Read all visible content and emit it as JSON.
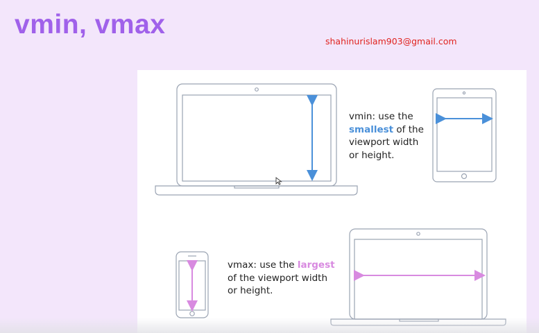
{
  "slide": {
    "title": "vmin, vmax",
    "email": "shahinurislam903@gmail.com"
  },
  "vmin": {
    "line1": "vmin: use the",
    "highlight": "smallest",
    "line2_rest": " of the",
    "line3": "viewport width",
    "line4": "or height.",
    "highlight_color": "#4a90d9"
  },
  "vmax": {
    "line1_prefix": "vmax: use the ",
    "highlight": "largest",
    "line2": "of the viewport width",
    "line3": "or height.",
    "highlight_color": "#d88ae0"
  },
  "colors": {
    "background": "#f3e6fb",
    "title": "#a061ea",
    "email": "#e0231e",
    "device_outline": "#9aa3b2",
    "arrow_blue": "#4a90d9",
    "arrow_pink": "#d88ae0"
  },
  "icons": [
    "laptop-icon",
    "tablet-icon",
    "phone-icon",
    "laptop-icon",
    "cursor-icon"
  ]
}
